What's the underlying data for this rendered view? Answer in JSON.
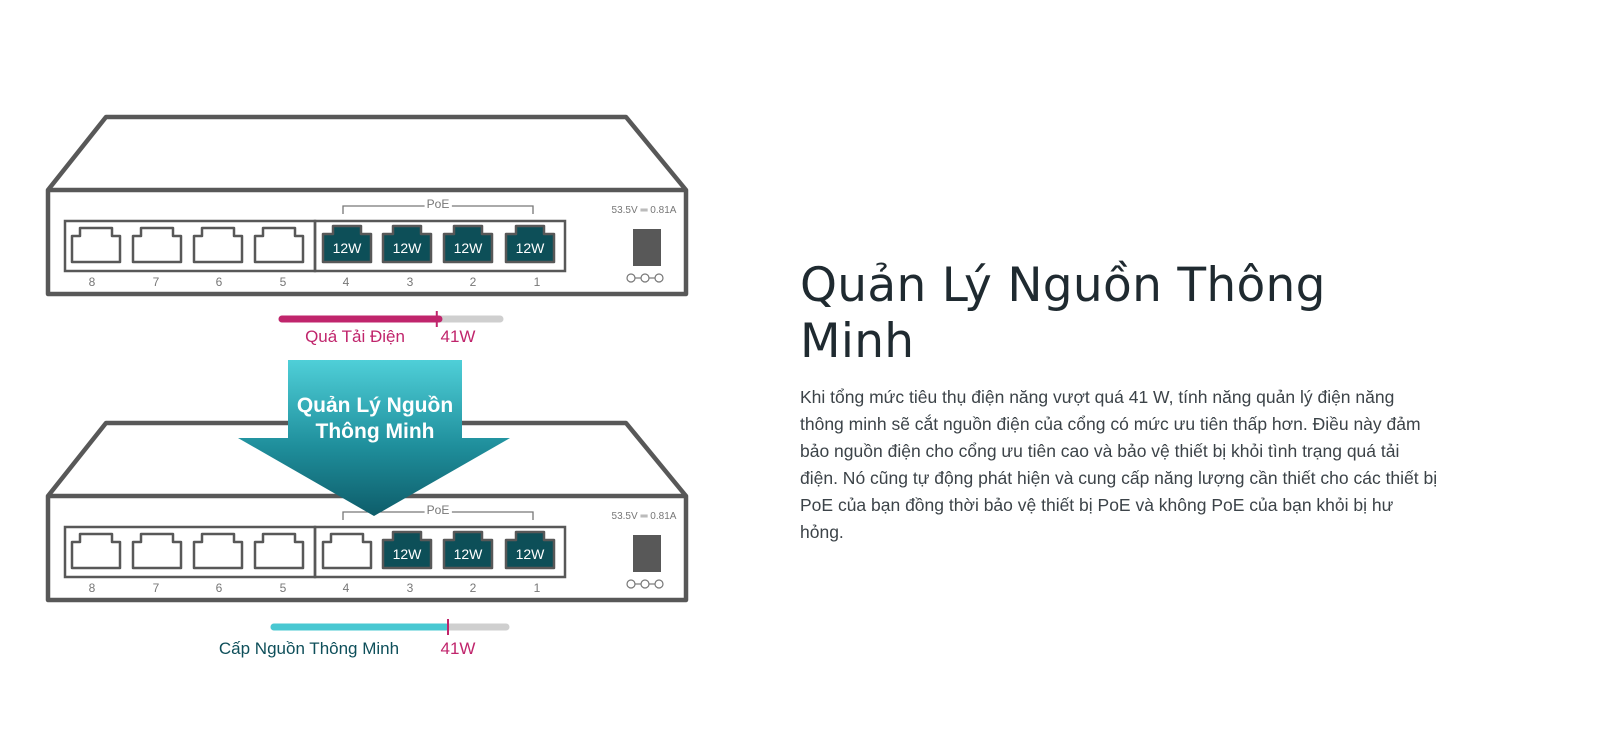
{
  "feature": {
    "title": "Quản Lý Nguồn Thông Minh",
    "description": "Khi tổng mức tiêu thụ điện năng vượt quá 41 W, tính năng quản lý điện năng thông minh sẽ cắt nguồn điện của cổng có mức ưu tiên thấp hơn. Điều này đảm bảo nguồn điện cho cổng ưu tiên cao và bảo vệ thiết bị khỏi tình trạng quá tải điện. Nó cũng tự động phát hiện và cung cấp năng lượng cần thiết cho các thiết bị PoE của bạn đồng thời bảo vệ thiết bị PoE và không PoE của bạn khỏi bị hư hỏng."
  },
  "switch_top": {
    "poe_label": "PoE",
    "rating": "53.5V ═ 0.81A",
    "port_numbers": [
      "8",
      "7",
      "6",
      "5",
      "4",
      "3",
      "2",
      "1"
    ],
    "poe_port_watts": [
      "12W",
      "12W",
      "12W",
      "12W"
    ]
  },
  "switch_bottom": {
    "poe_label": "PoE",
    "rating": "53.5V ═ 0.81A",
    "port_numbers": [
      "8",
      "7",
      "6",
      "5",
      "4",
      "3",
      "2",
      "1"
    ],
    "poe_port_watts": [
      "12W",
      "12W",
      "12W"
    ]
  },
  "overload_bar": {
    "label": "Quá Tải Điện",
    "limit_label": "41W",
    "fill_fraction": 0.72,
    "limit_fraction": 0.71
  },
  "smart_bar": {
    "label": "Cấp Nguồn Thông Minh",
    "limit_label": "41W",
    "fill_fraction": 0.74,
    "limit_fraction": 0.75
  },
  "arrow": {
    "line1": "Quản Lý Nguồn",
    "line2": "Thông Minh"
  },
  "colors": {
    "outline": "#585858",
    "poe_port": "#0d4f58",
    "overload": "#c0256c",
    "smart": "#49c8d2",
    "arrow_top": "#4fcfd8",
    "arrow_bottom": "#0e5d6a"
  }
}
